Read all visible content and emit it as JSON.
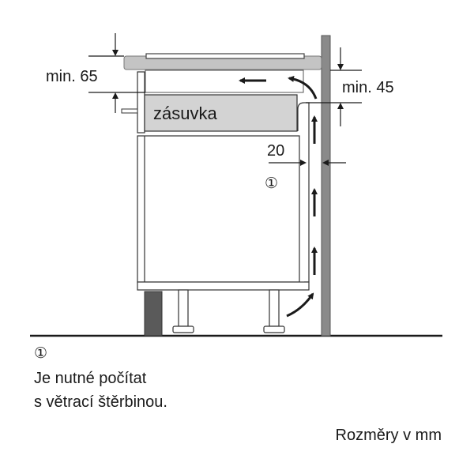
{
  "labels": {
    "min_top": "min. 65",
    "min_right": "min. 45",
    "gap": "20",
    "drawer": "zásuvka",
    "marker": "①"
  },
  "legend": {
    "marker": "①",
    "line1": "Je nutné počítat",
    "line2": "s větrací štěrbinou."
  },
  "footer": {
    "units": "Rozměry v mm"
  }
}
